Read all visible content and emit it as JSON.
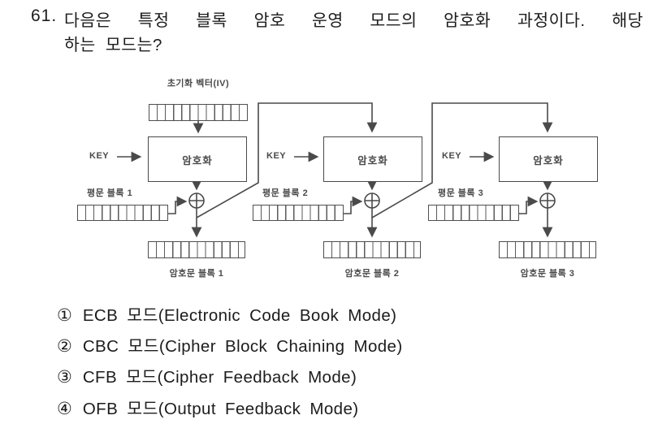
{
  "question": {
    "number": "61.",
    "line1": "다음은 특정 블록 암호 운영 모드의 암호화 과정이다. 해당",
    "line2": "하는 모드는?"
  },
  "diagram": {
    "iv_label": "초기화 벡터(IV)",
    "key_label": "KEY",
    "encrypt_label": "암호화",
    "stages": [
      {
        "plain_label": "평문 블록 1",
        "cipher_label": "암호문 블록 1"
      },
      {
        "plain_label": "평문 블록 2",
        "cipher_label": "암호문 블록 2"
      },
      {
        "plain_label": "평문 블록 3",
        "cipher_label": "암호문 블록 3"
      }
    ]
  },
  "options": [
    {
      "num": "①",
      "text": "ECB 모드(Electronic Code Book Mode)"
    },
    {
      "num": "②",
      "text": "CBC 모드(Cipher Block Chaining Mode)"
    },
    {
      "num": "③",
      "text": "CFB 모드(Cipher Feedback Mode)"
    },
    {
      "num": "④",
      "text": "OFB 모드(Output Feedback Mode)"
    }
  ],
  "colors": {
    "ink": "#1c1c1c",
    "diagram_ink": "#4a4a4a",
    "background": "#ffffff"
  }
}
